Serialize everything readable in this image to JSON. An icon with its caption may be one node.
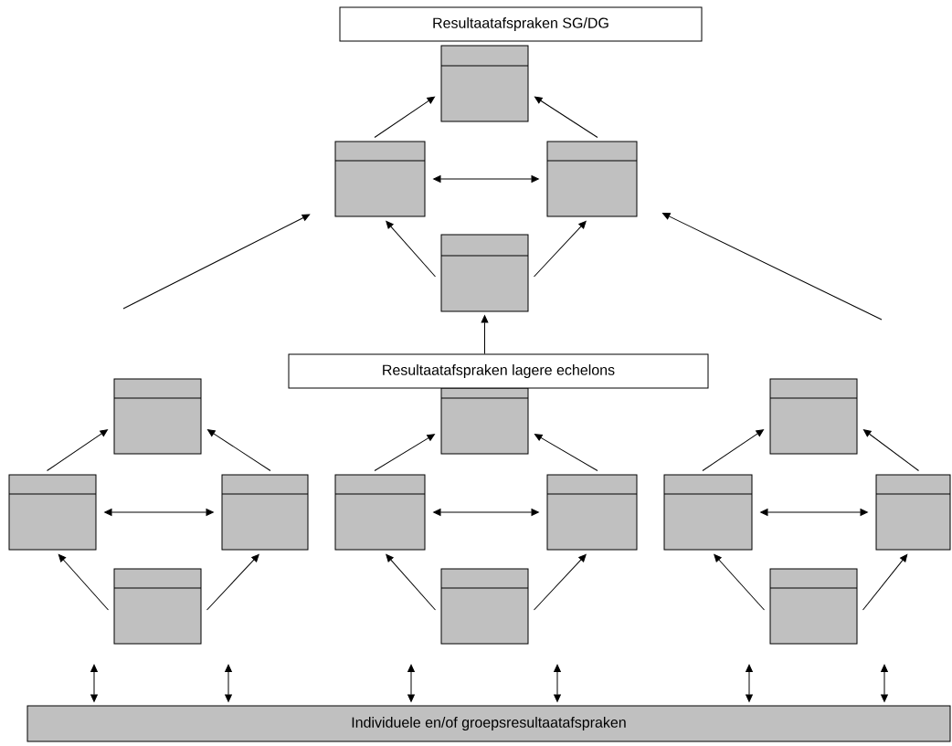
{
  "diagram": {
    "nodes": [
      {
        "text": [
          "Resultaatafspraken SG/DG"
        ]
      },
      {
        "text": [],
        "shape": "box"
      },
      {
        "text": [],
        "shape": "box"
      },
      {
        "text": [],
        "shape": "box"
      },
      {
        "text": [],
        "shape": "box"
      },
      {
        "text": [
          "Resultaatafspraken lagere echelons"
        ]
      },
      {
        "text": [],
        "shape": "box"
      },
      {
        "text": [],
        "shape": "box"
      },
      {
        "text": [],
        "shape": "box"
      },
      {
        "text": [],
        "shape": "box"
      },
      {
        "text": [],
        "shape": "box"
      },
      {
        "text": [],
        "shape": "box"
      },
      {
        "text": [],
        "shape": "box"
      },
      {
        "text": [],
        "shape": "box"
      },
      {
        "text": [],
        "shape": "box"
      },
      {
        "text": [],
        "shape": "box"
      },
      {
        "text": [],
        "shape": "box"
      },
      {
        "text": [],
        "shape": "box"
      },
      {
        "text": [
          "Individuele en/of groepsresultaatafspraken"
        ]
      }
    ],
    "edges": [
      {
        "from": 2,
        "to": 1,
        "arrow": "to"
      },
      {
        "from": 3,
        "to": 1,
        "arrow": "to"
      },
      {
        "from": 2,
        "to": 3,
        "arrow": "both"
      },
      {
        "from": 4,
        "to": 2,
        "arrow": "to"
      },
      {
        "from": 4,
        "to": 3,
        "arrow": "to"
      },
      {
        "from": 5,
        "to": 4,
        "arrow": "to"
      },
      {
        "from": null,
        "to": 2,
        "arrow": "to"
      },
      {
        "from": null,
        "to": 3,
        "arrow": "to"
      },
      {
        "from": 7,
        "to": 6,
        "arrow": "to"
      },
      {
        "from": 8,
        "to": 6,
        "arrow": "to"
      },
      {
        "from": 7,
        "to": 8,
        "arrow": "both"
      },
      {
        "from": 9,
        "to": 7,
        "arrow": "to"
      },
      {
        "from": 9,
        "to": 8,
        "arrow": "to"
      },
      {
        "from": 11,
        "to": 10,
        "arrow": "to"
      },
      {
        "from": 12,
        "to": 10,
        "arrow": "to"
      },
      {
        "from": 11,
        "to": 12,
        "arrow": "both"
      },
      {
        "from": 13,
        "to": 11,
        "arrow": "to"
      },
      {
        "from": 13,
        "to": 12,
        "arrow": "to"
      },
      {
        "from": 15,
        "to": 14,
        "arrow": "to"
      },
      {
        "from": 16,
        "to": 14,
        "arrow": "to"
      },
      {
        "from": 15,
        "to": 16,
        "arrow": "both"
      },
      {
        "from": 17,
        "to": 15,
        "arrow": "to"
      },
      {
        "from": 17,
        "to": 16,
        "arrow": "to"
      },
      {
        "from": 18,
        "to": null,
        "arrow": "both"
      },
      {
        "from": 18,
        "to": null,
        "arrow": "both"
      },
      {
        "from": 18,
        "to": null,
        "arrow": "both"
      },
      {
        "from": 18,
        "to": null,
        "arrow": "both"
      },
      {
        "from": 18,
        "to": null,
        "arrow": "both"
      },
      {
        "from": 18,
        "to": null,
        "arrow": "both"
      }
    ]
  }
}
